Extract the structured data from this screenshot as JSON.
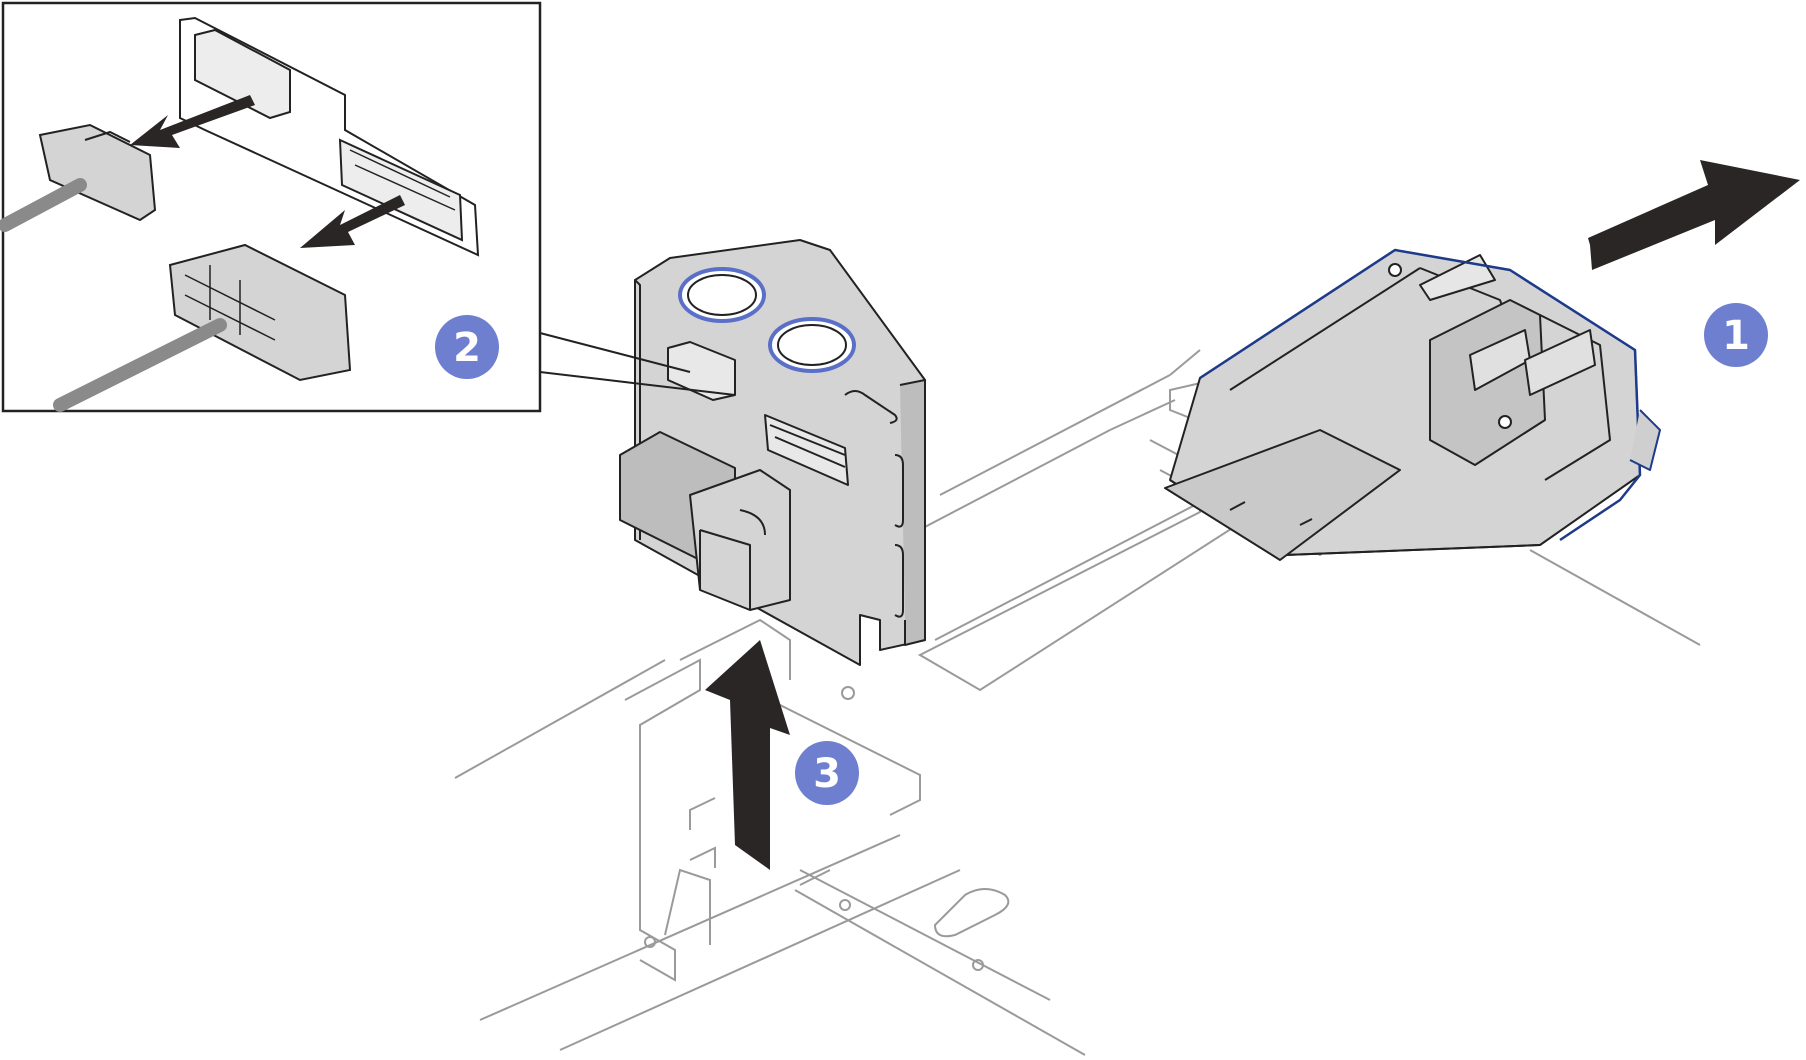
{
  "steps": [
    {
      "number": "1",
      "action": "slide-out"
    },
    {
      "number": "2",
      "action": "disconnect-cables"
    },
    {
      "number": "3",
      "action": "lift-up"
    }
  ],
  "colors": {
    "step_badge": "#6f7fcf",
    "step_text": "#ffffff",
    "arrow": "#2a2626",
    "part_fill": "#d4d4d4",
    "part_fill_dark": "#bdbdbd",
    "outline": "#222222",
    "frame_line": "#9a9a9a",
    "accent_ring": "#5a6fc8",
    "cable": "#8a8a8a",
    "highlight_edge": "#1e3a8a"
  },
  "icons": {
    "arrow_step1": "arrow-up-right-icon",
    "arrow_step3": "arrow-up-icon",
    "detail_arrow": "arrow-left-icon"
  }
}
